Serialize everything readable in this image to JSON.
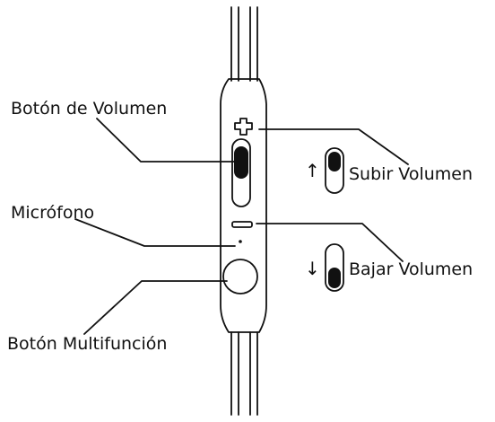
{
  "labels": {
    "volume_button": "Botón de Volumen",
    "microphone": "Micrófono",
    "multifunction_button": "Botón Multifunción",
    "volume_up": "Subir Volumen",
    "volume_down": "Bajar Volumen"
  },
  "glyphs": {
    "up_arrow": "↑",
    "down_arrow": "↓"
  },
  "icons": [
    "plus-icon",
    "minus-icon",
    "up-arrow-icon",
    "down-arrow-icon",
    "toggle-up-icon",
    "toggle-down-icon"
  ]
}
